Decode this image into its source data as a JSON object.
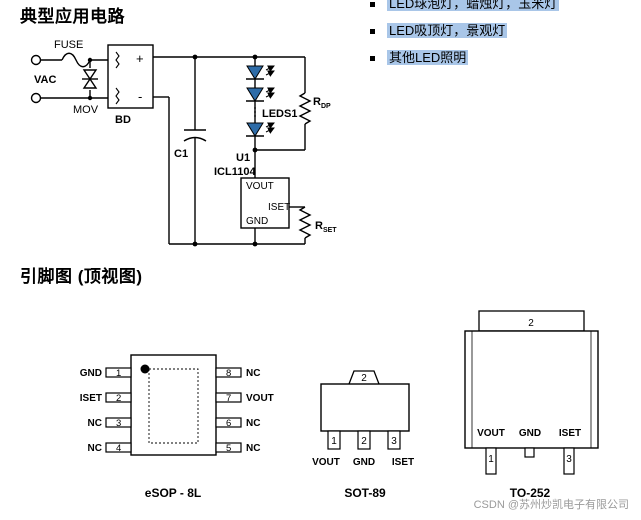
{
  "sections": {
    "typical_app": "典型应用电路",
    "pinout": "引脚图 (顶视图)"
  },
  "highlights": [
    "LED球泡灯，蜡烛灯，玉米灯",
    "LED吸顶灯，景观灯",
    "其他LED照明"
  ],
  "circuit": {
    "fuse": "FUSE",
    "vac": "VAC",
    "mov": "MOV",
    "bd": "BD",
    "plus": "+",
    "minus": "-",
    "c1": "C1",
    "leds": "LEDS1",
    "rdp_main": "R",
    "rdp_sub": "DP",
    "u1": "U1",
    "icl": "ICL1104",
    "vout": "VOUT",
    "iset": "ISET",
    "gnd": "GND",
    "rset_main": "R",
    "rset_sub": "SET"
  },
  "esop": {
    "name": "eSOP - 8L",
    "left": [
      {
        "num": "1",
        "label": "GND"
      },
      {
        "num": "2",
        "label": "ISET"
      },
      {
        "num": "3",
        "label": "NC"
      },
      {
        "num": "4",
        "label": "NC"
      }
    ],
    "right": [
      {
        "num": "8",
        "label": "NC"
      },
      {
        "num": "7",
        "label": "VOUT"
      },
      {
        "num": "6",
        "label": "NC"
      },
      {
        "num": "5",
        "label": "NC"
      }
    ]
  },
  "sot89": {
    "name": "SOT-89",
    "tab": "2",
    "pins": [
      {
        "num": "1",
        "label": "VOUT"
      },
      {
        "num": "2",
        "label": "GND"
      },
      {
        "num": "3",
        "label": "ISET"
      }
    ]
  },
  "to252": {
    "name": "TO-252",
    "tab": "2",
    "inner": [
      "VOUT",
      "GND",
      "ISET"
    ],
    "pins": [
      "1",
      "3"
    ]
  },
  "watermark": "CSDN @苏州炒凯电子有限公司"
}
